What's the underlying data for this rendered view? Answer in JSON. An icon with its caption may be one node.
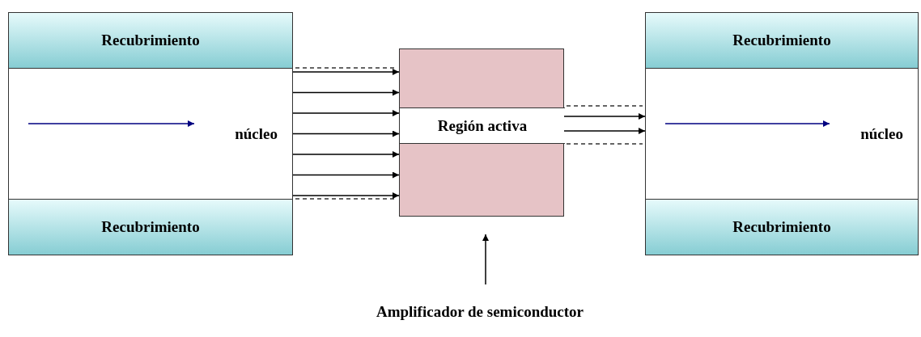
{
  "diagram": {
    "nodes": [
      {
        "text": [
          "Recubrimiento"
        ]
      },
      {
        "text": [
          "núcleo"
        ]
      },
      {
        "text": [
          "Recubrimiento"
        ]
      },
      {
        "text": [],
        "shape": "box"
      },
      {
        "text": [
          "Región activa"
        ],
        "in": 3
      },
      {
        "text": [
          "Recubrimiento"
        ]
      },
      {
        "text": [
          "núcleo"
        ]
      },
      {
        "text": [
          "Recubrimiento"
        ]
      },
      {
        "text": [
          "Amplificador de semiconductor"
        ]
      }
    ],
    "edges": [
      {
        "from": 1,
        "to": 3,
        "arrow": "to"
      },
      {
        "from": 1,
        "to": 3,
        "arrow": "to"
      },
      {
        "from": 1,
        "to": 3,
        "arrow": "to"
      },
      {
        "from": 1,
        "to": 3,
        "arrow": "to"
      },
      {
        "from": 1,
        "to": 3,
        "arrow": "to"
      },
      {
        "from": 1,
        "to": 3,
        "arrow": "to"
      },
      {
        "from": 1,
        "to": 3,
        "arrow": "to"
      },
      {
        "from": 4,
        "to": 6,
        "arrow": "to"
      },
      {
        "from": 4,
        "to": 6,
        "arrow": "to"
      },
      {
        "from": 8,
        "to": 3,
        "arrow": "to"
      }
    ]
  }
}
